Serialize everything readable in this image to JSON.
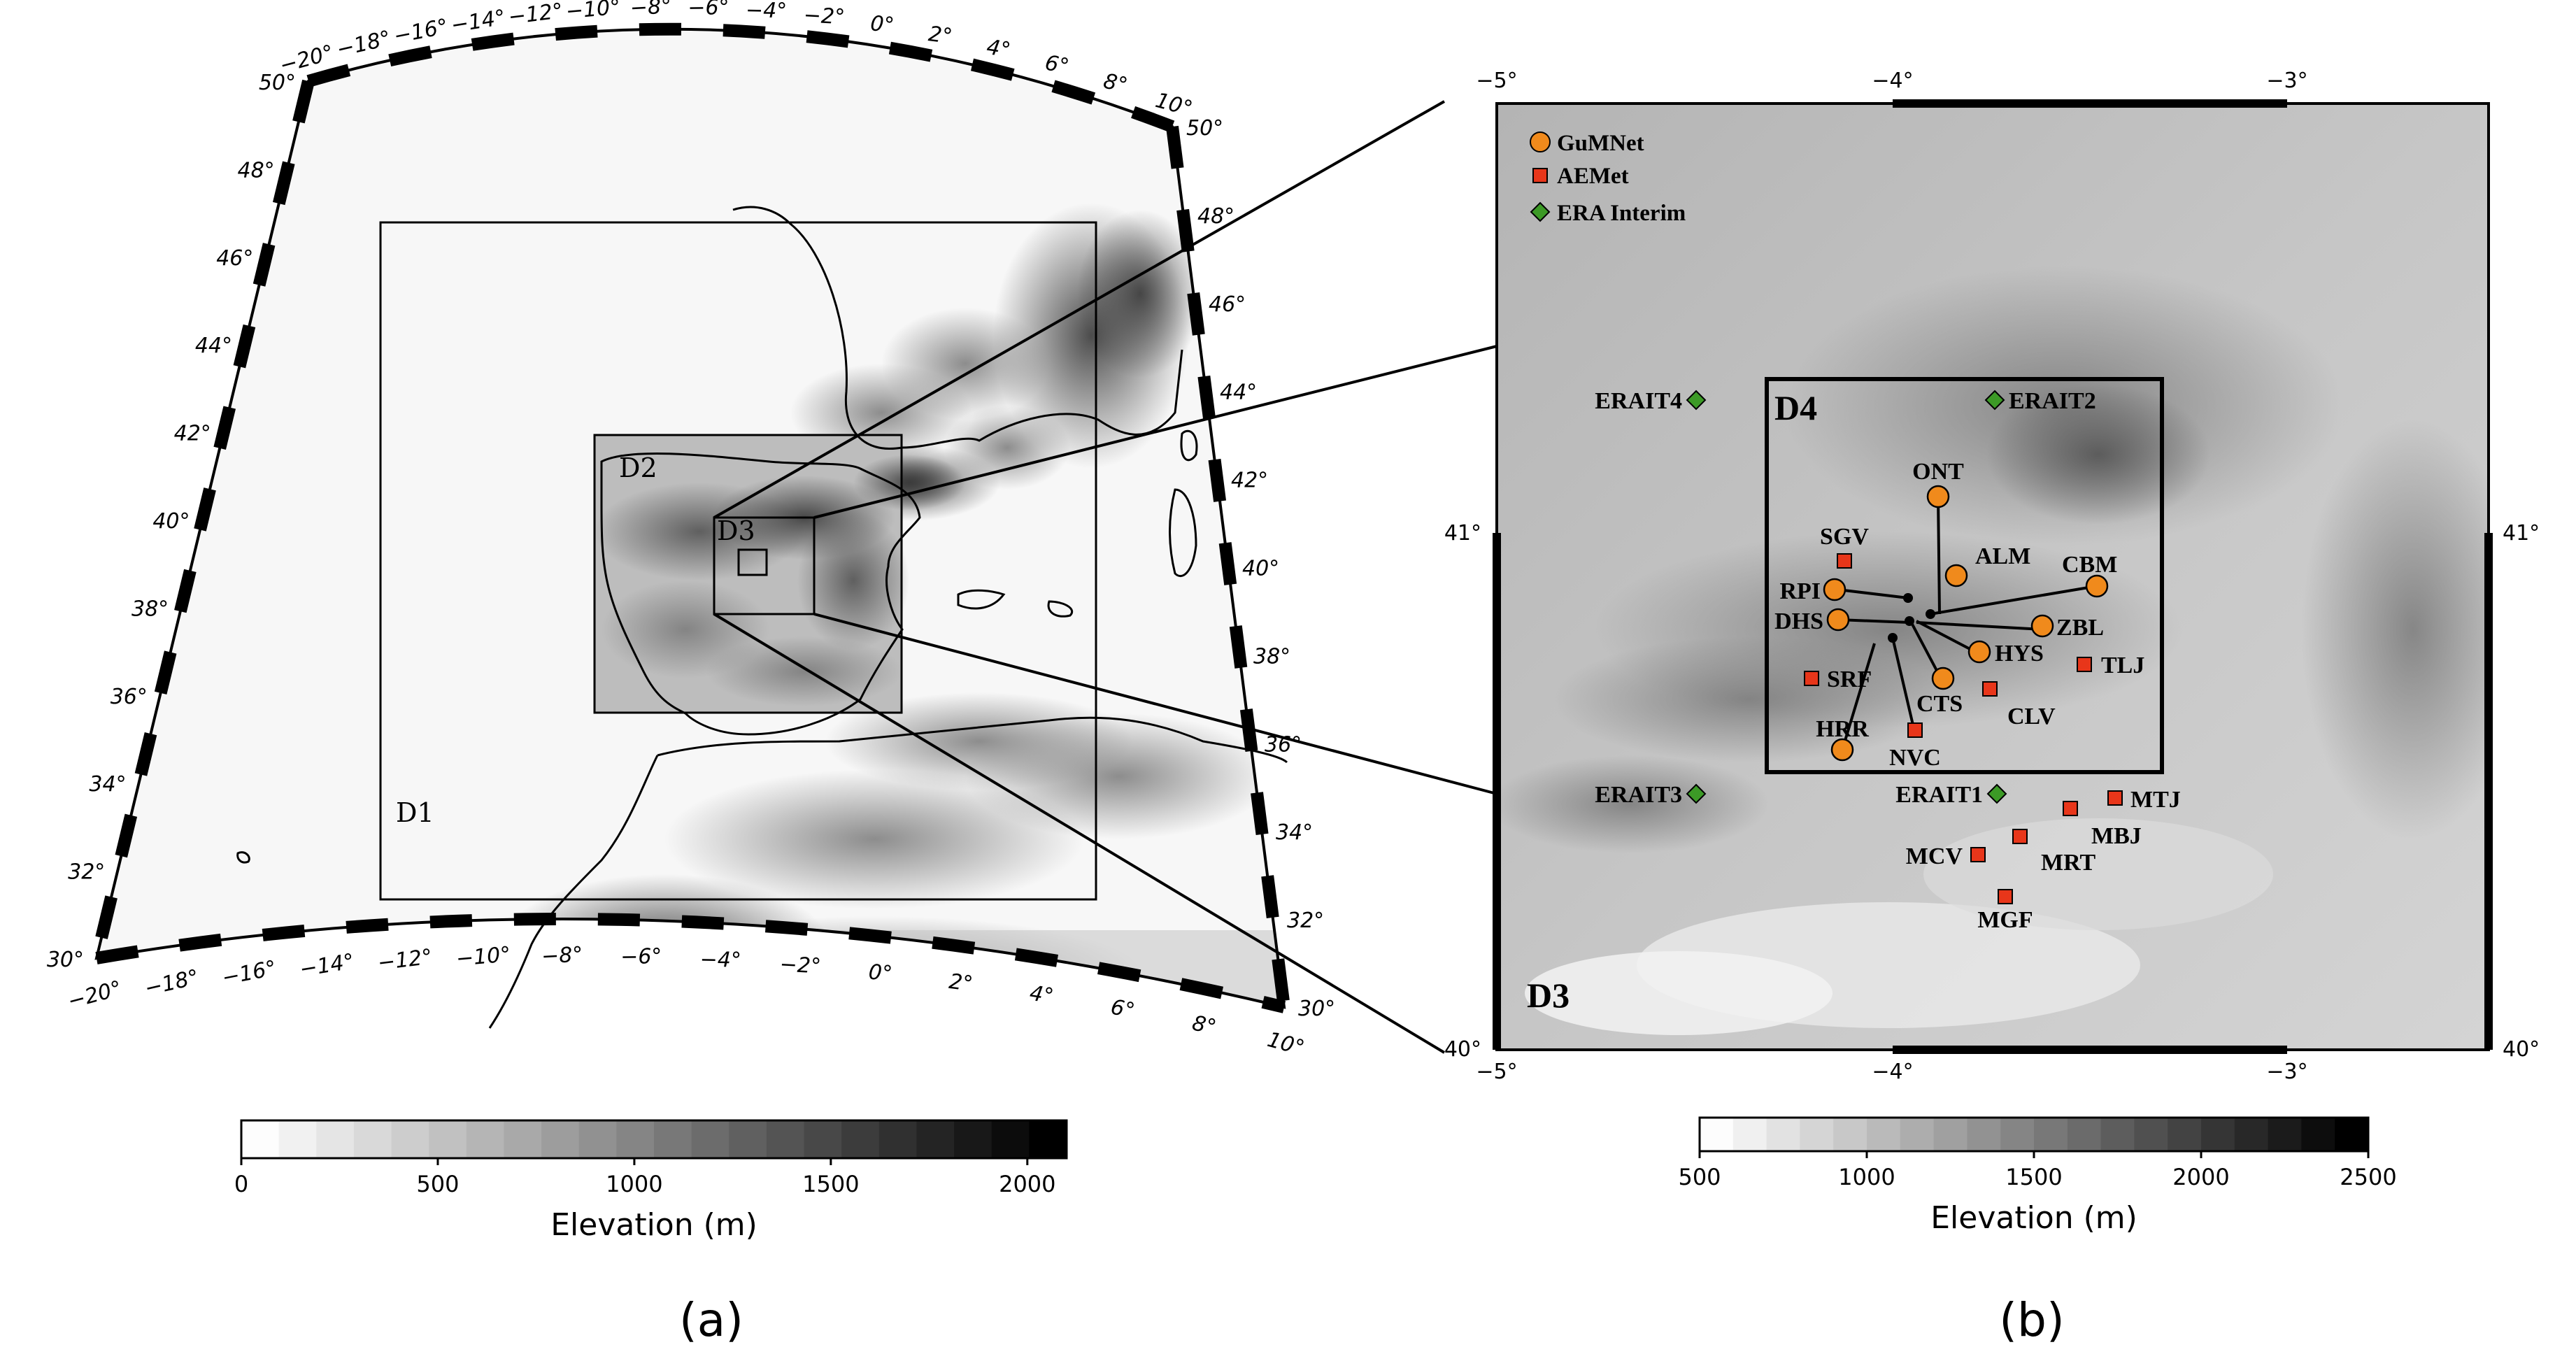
{
  "panel_a": {
    "label": "(a)",
    "lon_top": [
      "−20°",
      "−18°",
      "−16°",
      "−14°",
      "−12°",
      "−10°",
      "−8°",
      "−6°",
      "−4°",
      "−2°",
      "0°",
      "2°",
      "4°",
      "6°",
      "8°",
      "10°"
    ],
    "lon_bottom": [
      "−20°",
      "−18°",
      "−16°",
      "−14°",
      "−12°",
      "−10°",
      "−8°",
      "−6°",
      "−4°",
      "−2°",
      "0°",
      "2°",
      "4°",
      "6°",
      "8°",
      "10°"
    ],
    "lat_left": [
      "50°",
      "48°",
      "46°",
      "44°",
      "42°",
      "40°",
      "38°",
      "36°",
      "34°",
      "32°",
      "30°"
    ],
    "lat_right": [
      "50°",
      "48°",
      "46°",
      "44°",
      "42°",
      "40°",
      "38°",
      "36°",
      "34°",
      "32°",
      "30°"
    ],
    "domains": {
      "d1": "D1",
      "d2": "D2",
      "d3": "D3"
    },
    "colorbar": {
      "ticks": [
        "0",
        "500",
        "1000",
        "1500",
        "2000"
      ],
      "tick_values": [
        0,
        500,
        1000,
        1500,
        2000
      ],
      "min": 0,
      "max": 2100,
      "title": "Elevation (m)"
    }
  },
  "panel_b": {
    "label": "(b)",
    "lon_top": [
      "−5°",
      "−4°",
      "−3°"
    ],
    "lon_bottom": [
      "−5°",
      "−4°",
      "−3°"
    ],
    "lat_left": [
      "41°",
      "40°"
    ],
    "lat_right": [
      "41°",
      "40°"
    ],
    "domain_labels": {
      "d4": "D4",
      "d3": "D3"
    },
    "legend": [
      {
        "name": "GuMNet",
        "marker": "circle",
        "color": "#f08a1c"
      },
      {
        "name": "AEMet",
        "marker": "square",
        "color": "#e8361a"
      },
      {
        "name": "ERA Interim",
        "marker": "diamond",
        "color": "#3c9a26"
      }
    ],
    "stations": {
      "gumnet": [
        "ONT",
        "ALM",
        "CBM",
        "RPI",
        "DHS",
        "ZBL",
        "HYS",
        "CTS",
        "HRR"
      ],
      "aemet": [
        "SGV",
        "SRF",
        "CLV",
        "TLJ",
        "NVC",
        "MTJ",
        "MBJ",
        "MRT",
        "MCV",
        "MGF"
      ],
      "era": [
        "ERAIT4",
        "ERAIT2",
        "ERAIT3",
        "ERAIT1"
      ]
    },
    "colorbar": {
      "ticks": [
        "500",
        "1000",
        "1500",
        "2000",
        "2500"
      ],
      "tick_values": [
        500,
        1000,
        1500,
        2000,
        2500
      ],
      "min": 500,
      "max": 2500,
      "title": "Elevation (m)"
    }
  }
}
